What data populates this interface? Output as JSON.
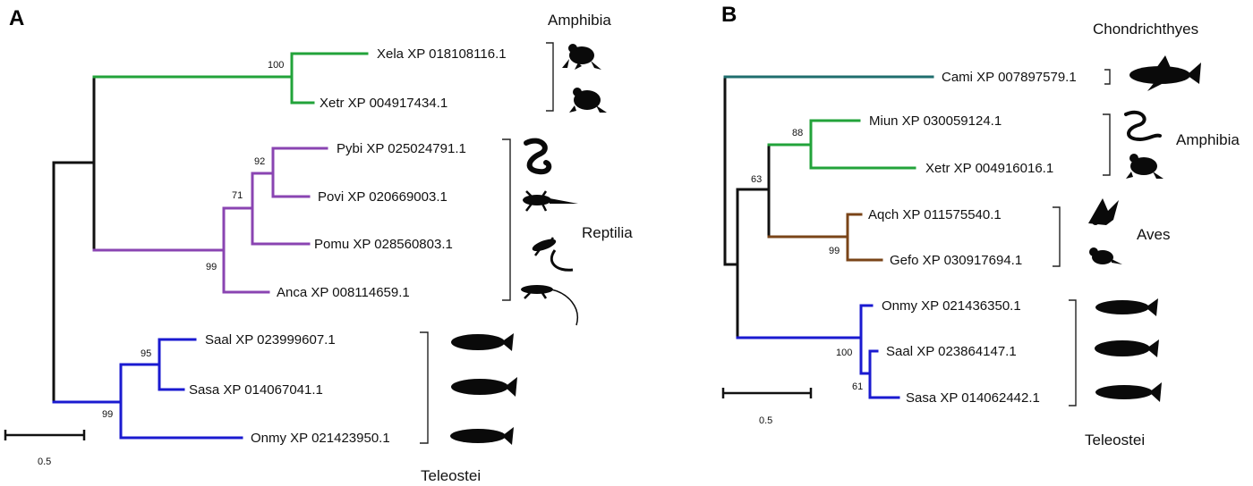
{
  "colors": {
    "root": "#111111",
    "amphibia": "#22a33a",
    "reptilia": "#8a44b2",
    "teleostei": "#1a1ad0",
    "chondrichthyes": "#1f6e6e",
    "aves": "#7a4418"
  },
  "panel_a": {
    "letter": "A",
    "groups": {
      "amphibia": "Amphibia",
      "reptilia": "Reptilia",
      "teleostei": "Teleostei"
    },
    "leaves": [
      "Xela XP 018108116.1",
      "Xetr XP 004917434.1",
      "Pybi XP 025024791.1",
      "Povi XP 020669003.1",
      "Pomu XP 028560803.1",
      "Anca XP 008114659.1",
      "Saal XP 023999607.1",
      "Sasa XP 014067041.1",
      "Onmy XP 021423950.1"
    ],
    "bootstrap": [
      "100",
      "92",
      "71",
      "99",
      "95",
      "99"
    ],
    "scale_label": "0.5"
  },
  "panel_b": {
    "letter": "B",
    "groups": {
      "chondrichthyes": "Chondrichthyes",
      "amphibia": "Amphibia",
      "aves": "Aves",
      "teleostei": "Teleostei"
    },
    "leaves": [
      "Cami XP 007897579.1",
      "Miun XP 030059124.1",
      "Xetr XP 004916016.1",
      "Aqch XP 011575540.1",
      "Gefo XP 030917694.1",
      "Onmy XP 021436350.1",
      "Saal XP 023864147.1",
      "Sasa XP 014062442.1"
    ],
    "bootstrap": [
      "88",
      "63",
      "99",
      "100",
      "61"
    ],
    "scale_label": "0.5"
  }
}
